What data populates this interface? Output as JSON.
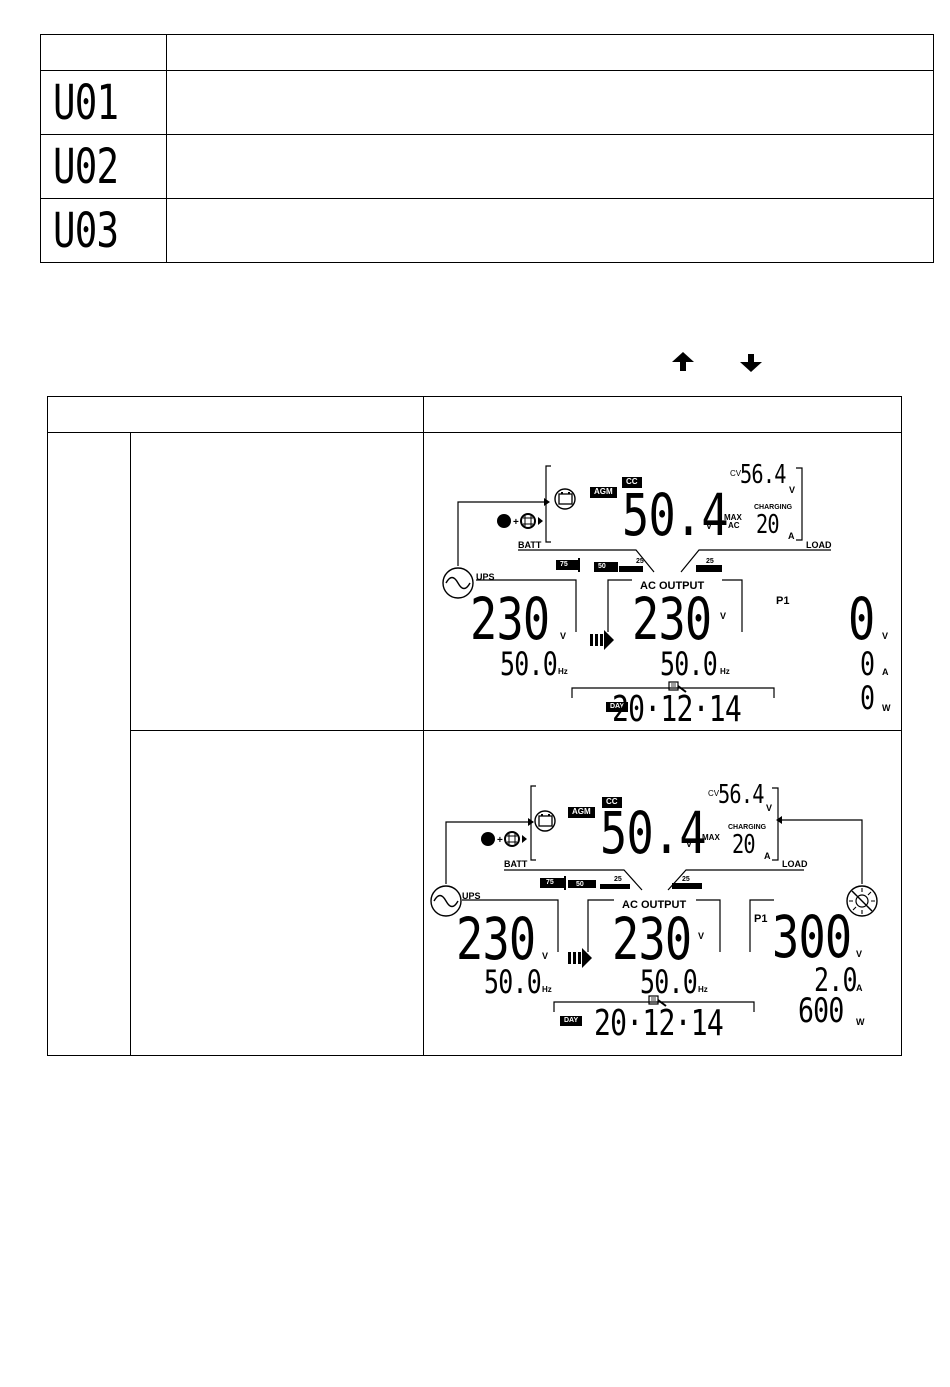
{
  "code_table": {
    "codes": [
      "U01",
      "U02",
      "U03"
    ]
  },
  "nav_arrows": {
    "up": "arrow-up-icon",
    "down": "arrow-down-icon"
  },
  "lcd1": {
    "battery_type": "AGM",
    "charge_stage": "CC",
    "batt_voltage": "50.4",
    "batt_unit": "V",
    "cv_label": "CV",
    "cv_value": "56.4",
    "cv_unit": "V",
    "max_label": "MAX",
    "ac_label": "AC",
    "charging_label": "CHARGING",
    "charging_value": "20",
    "charging_unit": "A",
    "batt_label": "BATT",
    "load_label": "LOAD",
    "bar_75": "75",
    "bar_50": "50",
    "bar_25": "25",
    "load_25": "25",
    "ups_label": "UPS",
    "input_voltage": "230",
    "input_voltage_unit": "V",
    "input_freq": "50.0",
    "input_freq_unit": "Hz",
    "ac_output_label": "AC OUTPUT",
    "output_voltage": "230",
    "output_voltage_unit": "V",
    "output_freq": "50.0",
    "output_freq_unit": "Hz",
    "pv_label": "P1",
    "pv_voltage": "0",
    "pv_voltage_unit": "V",
    "pv_current": "0",
    "pv_current_unit": "A",
    "pv_power": "0",
    "pv_power_unit": "W",
    "day_label": "DAY",
    "date": "20·12·14"
  },
  "lcd2": {
    "battery_type": "AGM",
    "charge_stage": "CC",
    "batt_voltage": "50.4",
    "batt_unit": "V",
    "cv_label": "CV",
    "cv_value": "56.4",
    "cv_unit": "V",
    "max_label": "MAX",
    "charging_label": "CHARGING",
    "charging_value": "20",
    "charging_unit": "A",
    "batt_label": "BATT",
    "load_label": "LOAD",
    "bar_75": "75",
    "bar_50": "50",
    "bar_25": "25",
    "load_25": "25",
    "ups_label": "UPS",
    "input_voltage": "230",
    "input_voltage_unit": "V",
    "input_freq": "50.0",
    "input_freq_unit": "Hz",
    "ac_output_label": "AC OUTPUT",
    "output_voltage": "230",
    "output_voltage_unit": "V",
    "output_freq": "50.0",
    "output_freq_unit": "Hz",
    "pv_label": "P1",
    "pv_voltage": "300",
    "pv_voltage_unit": "V",
    "pv_current": "2.0",
    "pv_current_unit": "A",
    "pv_power": "600",
    "pv_power_unit": "W",
    "day_label": "DAY",
    "date": "20·12·14"
  }
}
